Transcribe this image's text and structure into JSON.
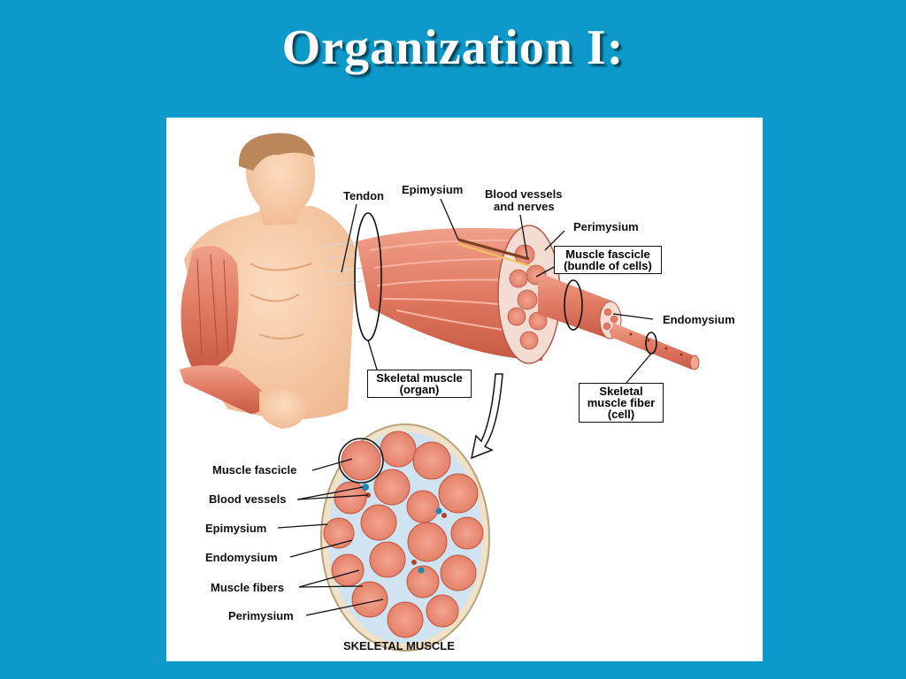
{
  "slide": {
    "title": "Organization I:"
  },
  "figure": {
    "labels": {
      "tendon": "Tendon",
      "epimysium_top": "Epimysium",
      "blood_vessels_nerves_1": "Blood vessels",
      "blood_vessels_nerves_2": "and nerves",
      "perimysium_top": "Perimysium",
      "fascicle_box_1": "Muscle fascicle",
      "fascicle_box_2": "(bundle of cells)",
      "endomysium_top": "Endomysium",
      "skeletal_muscle_box_1": "Skeletal muscle",
      "skeletal_muscle_box_2": "(organ)",
      "fiber_box_1": "Skeletal",
      "fiber_box_2": "muscle fiber",
      "fiber_box_3": "(cell)",
      "muscle_fascicle": "Muscle fascicle",
      "blood_vessels": "Blood vessels",
      "epimysium": "Epimysium",
      "endomysium": "Endomysium",
      "muscle_fibers": "Muscle fibers",
      "perimysium": "Perimysium",
      "caption": "SKELETAL MUSCLE"
    },
    "colors": {
      "background": "#0d99c9",
      "muscle": "#e07a62",
      "muscle_dark": "#c0523e",
      "skin": "#f6c9a4",
      "connective": "#d7e8f2"
    }
  }
}
